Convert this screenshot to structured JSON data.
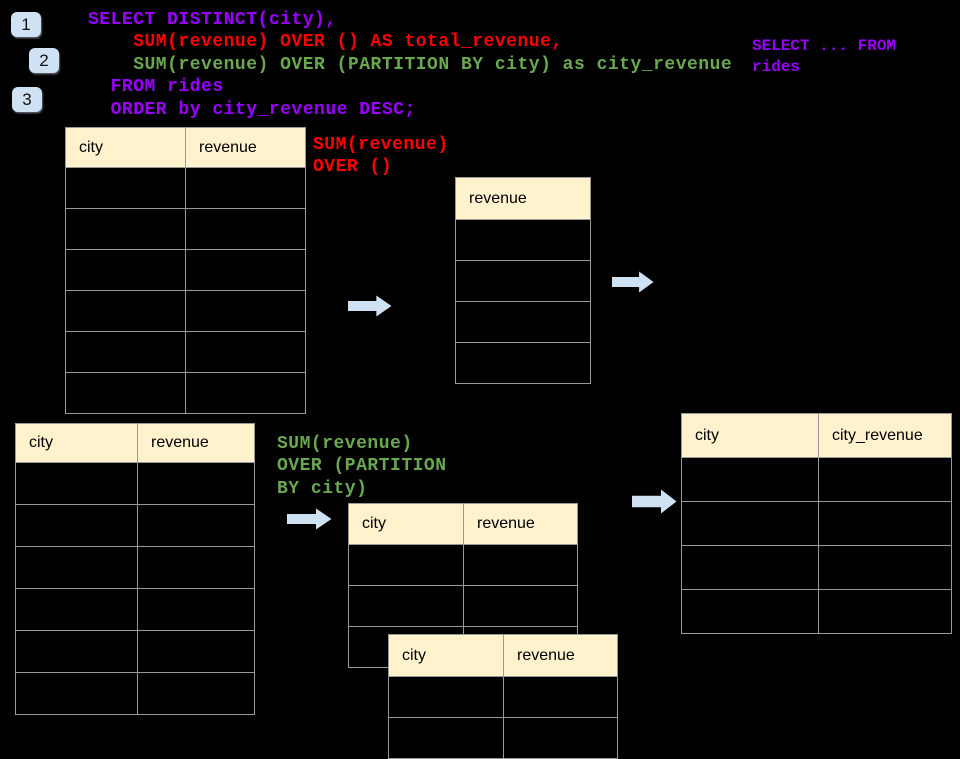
{
  "colors": {
    "pageBg": "#000000",
    "purple": "#9900ff",
    "red": "#fe0000",
    "green": "#6aa84f",
    "headerBg": "#fff2cc",
    "tableBorder": "#999999",
    "arrowFill": "#cfe2f3",
    "badgeBg": "#cfe2f3"
  },
  "badges": [
    "1",
    "2",
    "3"
  ],
  "sql_code": {
    "lines": [
      {
        "text": "SELECT DISTINCT(city),",
        "color": "purple"
      },
      {
        "text": "    SUM(revenue) OVER () AS total_revenue,",
        "color": "red"
      },
      {
        "text": "    SUM(revenue) OVER (PARTITION BY city) as city_revenue",
        "color": "green"
      },
      {
        "text": "  FROM rides",
        "color": "purple"
      },
      {
        "text": "  ORDER by city_revenue DESC;",
        "color": "purple"
      }
    ]
  },
  "side_snippet": {
    "lines": [
      "SELECT ... FROM",
      "rides"
    ]
  },
  "annotation_total": {
    "lines": [
      "SUM(revenue)",
      "OVER ()"
    ]
  },
  "annotation_partition": {
    "lines": [
      "SUM(revenue)",
      "OVER (PARTITION",
      "BY city)"
    ]
  },
  "tables": {
    "source_top": {
      "headers": [
        "city",
        "revenue"
      ],
      "empty_rows": 6
    },
    "total_revenue": {
      "headers": [
        "revenue"
      ],
      "empty_rows": 4
    },
    "source_bottom": {
      "headers": [
        "city",
        "revenue"
      ],
      "empty_rows": 6
    },
    "partition_a": {
      "headers": [
        "city",
        "revenue"
      ],
      "empty_rows": 3
    },
    "partition_b": {
      "headers": [
        "city",
        "revenue"
      ],
      "empty_rows": 2
    },
    "result": {
      "headers": [
        "city",
        "city_revenue"
      ],
      "empty_rows": 4
    }
  },
  "icons": {
    "arrow": "arrow-right-icon"
  }
}
